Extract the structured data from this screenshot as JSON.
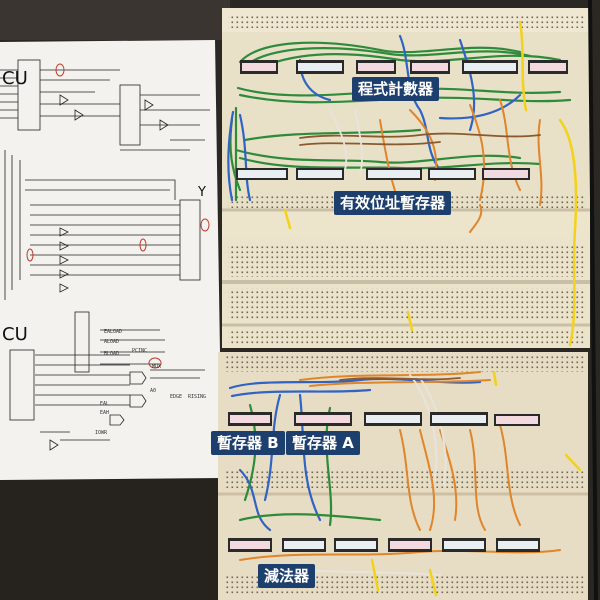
{
  "photo": {
    "labels": {
      "program_counter": "程式計數器",
      "effective_address_register": "有效位址暫存器",
      "register_b": "暫存器 B",
      "register_a": "暫存器 A",
      "subtractor": "減法器"
    },
    "schematic": {
      "section_y": "Y",
      "section_cu": "CU",
      "signals": [
        "EALOAD",
        "ALOAD",
        "BLOAD",
        "PCINC",
        "MUX",
        "EAL",
        "EAH",
        "A0",
        "EDGE",
        "RISING",
        "IOWR"
      ]
    },
    "colors": {
      "wire_green": "#2e8b3a",
      "wire_blue": "#2f63c4",
      "wire_orange": "#e0852a",
      "wire_yellow": "#f2d21a",
      "wire_white": "#e8e4dc",
      "wire_brown": "#8a5a2e",
      "breadboard": "#ebe2cc",
      "label_bg": "#1d3f6e"
    }
  }
}
